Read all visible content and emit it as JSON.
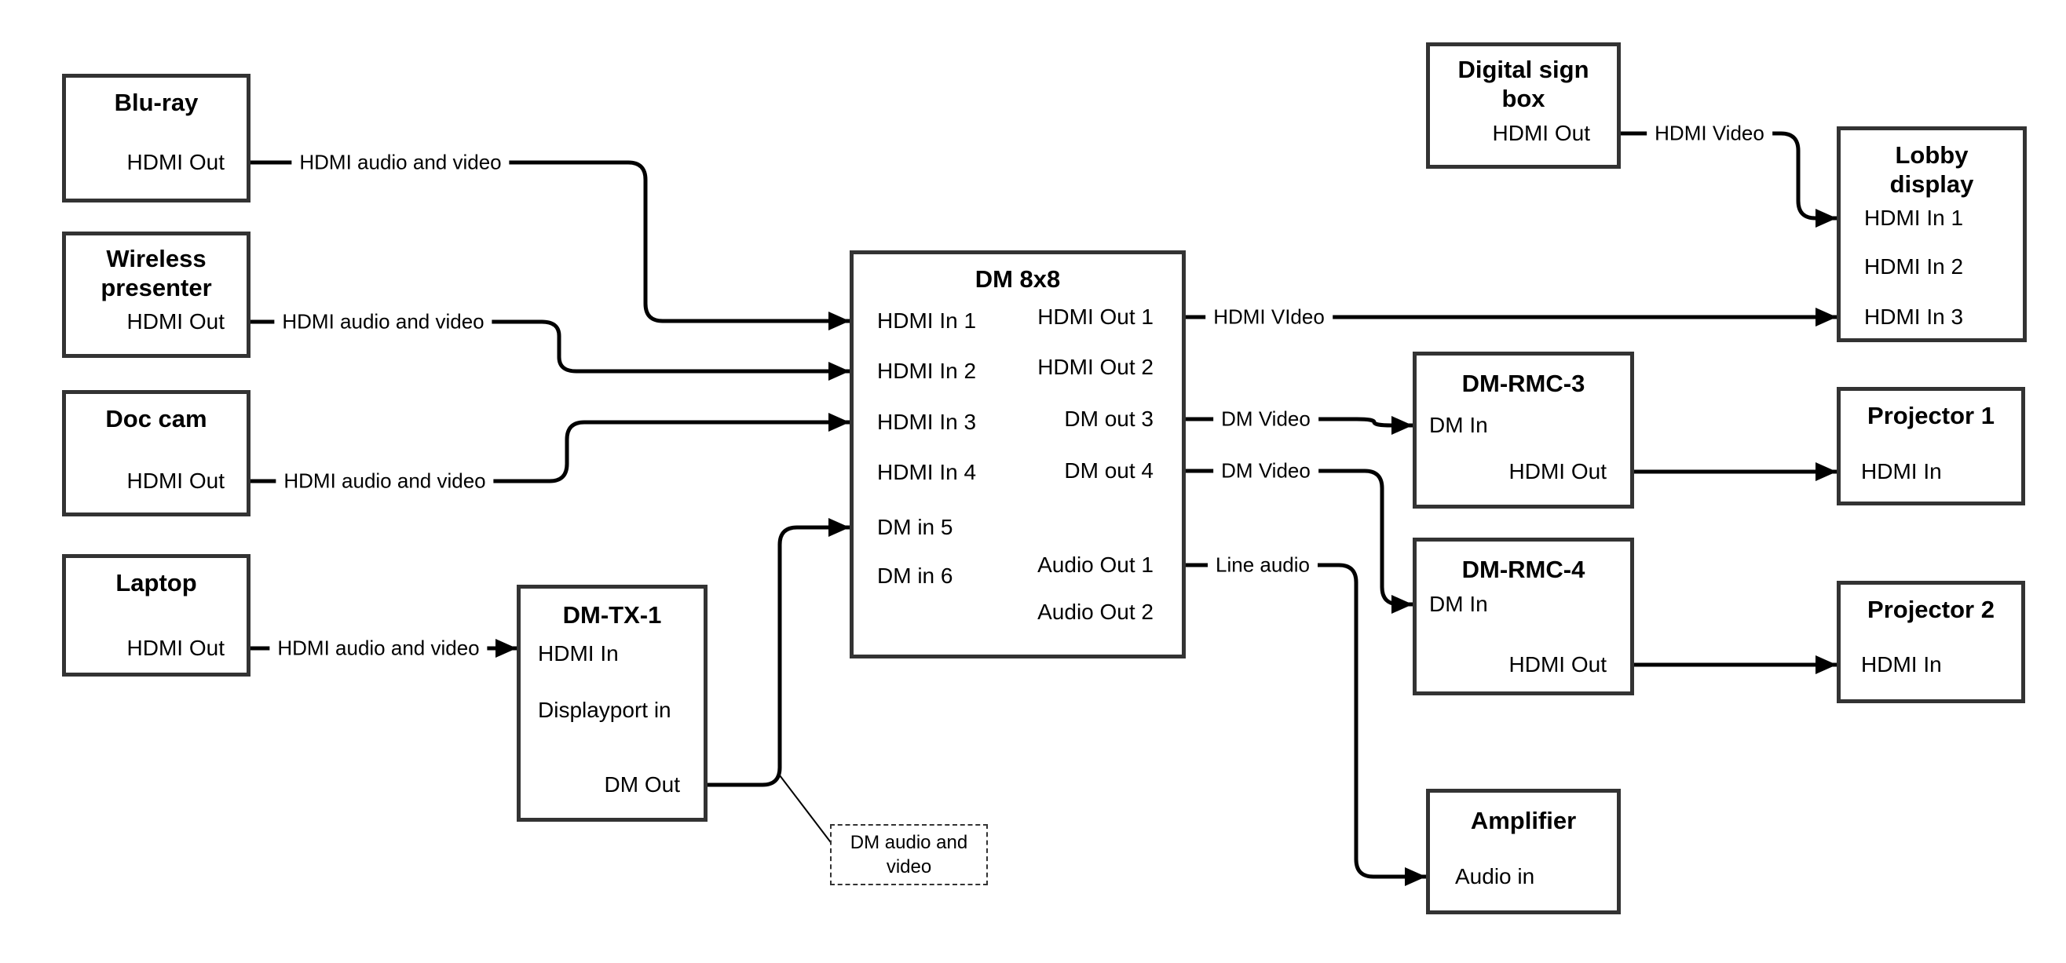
{
  "diagram": {
    "colors": {
      "background": "#ffffff",
      "line": "#000000",
      "box_border": "#333333",
      "text": "#000000"
    },
    "nodes": {
      "blu_ray": {
        "title": "Blu-ray",
        "port_hdmi_out": "HDMI Out"
      },
      "wireless_presenter": {
        "title": "Wireless presenter",
        "port_hdmi_out": "HDMI Out"
      },
      "doc_cam": {
        "title": "Doc cam",
        "port_hdmi_out": "HDMI Out"
      },
      "laptop": {
        "title": "Laptop",
        "port_hdmi_out": "HDMI Out"
      },
      "dm_tx_1": {
        "title": "DM-TX-1",
        "port_hdmi_in": "HDMI In",
        "port_displayport_in": "Displayport in",
        "port_dm_out": "DM Out"
      },
      "dm_8x8": {
        "title": "DM 8x8",
        "inputs": [
          "HDMI In 1",
          "HDMI In 2",
          "HDMI In 3",
          "HDMI In 4",
          "DM in 5",
          "DM in 6"
        ],
        "outputs": [
          "HDMI Out 1",
          "HDMI Out 2",
          "DM out 3",
          "DM out 4",
          "Audio Out 1",
          "Audio Out 2"
        ]
      },
      "digital_sign_box": {
        "title": "Digital sign box",
        "port_hdmi_out": "HDMI Out"
      },
      "lobby_display": {
        "title": "Lobby display",
        "inputs": [
          "HDMI In 1",
          "HDMI In 2",
          "HDMI In 3"
        ]
      },
      "dm_rmc_3": {
        "title": "DM-RMC-3",
        "port_dm_in": "DM In",
        "port_hdmi_out": "HDMI Out"
      },
      "projector_1": {
        "title": "Projector 1",
        "port_hdmi_in": "HDMI In"
      },
      "dm_rmc_4": {
        "title": "DM-RMC-4",
        "port_dm_in": "DM In",
        "port_hdmi_out": "HDMI Out"
      },
      "projector_2": {
        "title": "Projector 2",
        "port_hdmi_in": "HDMI In"
      },
      "amplifier": {
        "title": "Amplifier",
        "port_audio_in": "Audio in"
      }
    },
    "edge_labels": {
      "blu_ray_to_dm8x8": "HDMI audio and video",
      "wireless_to_dm8x8": "HDMI audio and video",
      "doc_cam_to_dm8x8": "HDMI audio and video",
      "laptop_to_dm_tx_1": "HDMI audio and video",
      "dm8x8_hdmi_out_1": "HDMI VIdeo",
      "dm8x8_dm_out_3": "DM Video",
      "dm8x8_dm_out_4": "DM Video",
      "dm8x8_audio_out_1": "Line audio",
      "digital_sign_to_lobby": "HDMI Video"
    },
    "note": "DM audio and video"
  }
}
